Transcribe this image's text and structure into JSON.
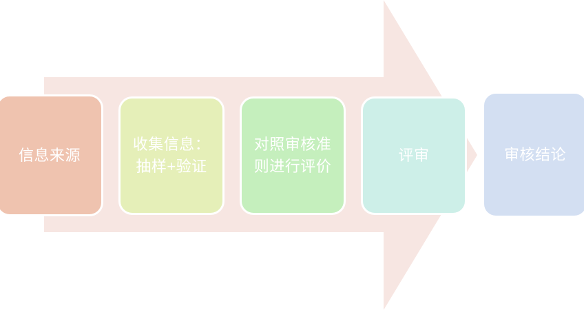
{
  "diagram": {
    "type": "process-flow-arrow",
    "title": "",
    "background_color": "#ffffff",
    "arrow": {
      "name": "process-arrow",
      "color": "#F7E6E2",
      "direction": "right"
    },
    "steps": [
      {
        "index": 1,
        "label": "信息来源",
        "color": "#EFC3AF",
        "text_color": "#ffffff"
      },
      {
        "index": 2,
        "label": "收集信息：\n抽样+验证",
        "color": "#E5EFB8",
        "text_color": "#ffffff"
      },
      {
        "index": 3,
        "label": "对照审核准\n则进行评价",
        "color": "#C5EFBD",
        "text_color": "#ffffff"
      },
      {
        "index": 4,
        "label": "评审",
        "color": "#CDEFE8",
        "text_color": "#ffffff"
      },
      {
        "index": 5,
        "label": "审核结论",
        "color": "#D3DFF2",
        "text_color": "#ffffff"
      }
    ]
  }
}
